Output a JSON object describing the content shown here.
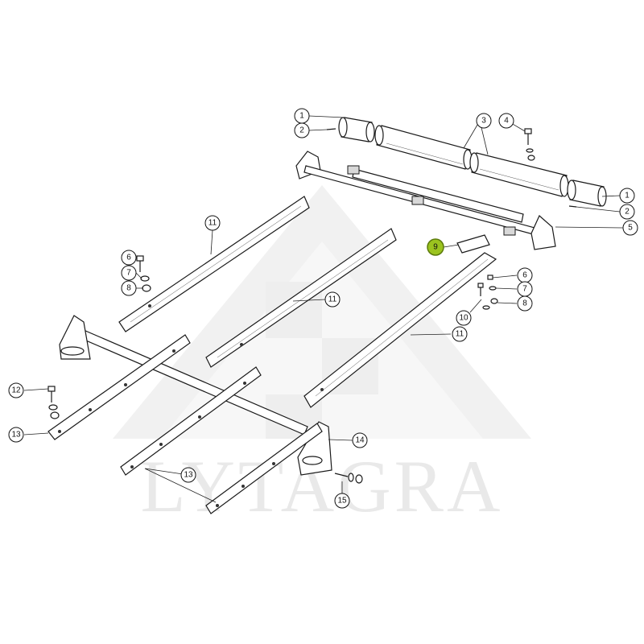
{
  "watermark": {
    "text": "LYTAGRA"
  },
  "colors": {
    "highlight": "#9bc31f",
    "line": "#1a1a1a",
    "watermark": "#e9e9e9"
  },
  "callouts": [
    {
      "id": "c1a",
      "label": "1"
    },
    {
      "id": "c2a",
      "label": "2"
    },
    {
      "id": "c3",
      "label": "3"
    },
    {
      "id": "c4",
      "label": "4"
    },
    {
      "id": "c1b",
      "label": "1"
    },
    {
      "id": "c2b",
      "label": "2"
    },
    {
      "id": "c5",
      "label": "5"
    },
    {
      "id": "c9",
      "label": "9",
      "highlighted": true
    },
    {
      "id": "c11a",
      "label": "11"
    },
    {
      "id": "c6a",
      "label": "6"
    },
    {
      "id": "c7a",
      "label": "7"
    },
    {
      "id": "c8a",
      "label": "8"
    },
    {
      "id": "c11b",
      "label": "11"
    },
    {
      "id": "c6b",
      "label": "6"
    },
    {
      "id": "c7b",
      "label": "7"
    },
    {
      "id": "c8b",
      "label": "8"
    },
    {
      "id": "c10",
      "label": "10"
    },
    {
      "id": "c11c",
      "label": "11"
    },
    {
      "id": "c12",
      "label": "12"
    },
    {
      "id": "c13a",
      "label": "13"
    },
    {
      "id": "c14",
      "label": "14"
    },
    {
      "id": "c13b",
      "label": "13"
    },
    {
      "id": "c15",
      "label": "15"
    }
  ]
}
